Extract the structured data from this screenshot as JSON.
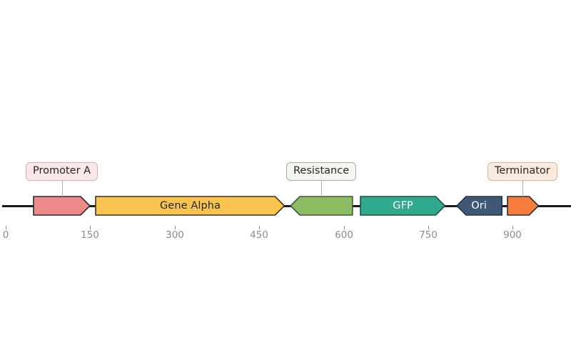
{
  "chart_data": {
    "type": "bar",
    "title": "",
    "xlabel": "",
    "ylabel": "",
    "subtitle": "",
    "grid": false,
    "legend": "none",
    "axis": {
      "xlim": [
        0,
        1000
      ],
      "ticks": [
        0,
        150,
        300,
        450,
        600,
        750,
        900
      ],
      "tick_labels": [
        "0",
        "150",
        "300",
        "450",
        "600",
        "750",
        "900"
      ],
      "tick_color": "#8c8c8c"
    },
    "backbone": {
      "start": 0,
      "end": 1000,
      "color": "#1a1a1a"
    },
    "categories": [
      "Promoter A",
      "Gene Alpha",
      "Resistance",
      "GFP",
      "Ori",
      "Terminator"
    ],
    "values": [
      100,
      335,
      110,
      150,
      80,
      55
    ],
    "features": [
      {
        "name": "Promoter A",
        "label": "",
        "start": 50,
        "end": 150,
        "strand": "forward",
        "shape": "arrow",
        "fill": "#ef8a8a",
        "stroke": "#2b2b2b",
        "text_color": "#262626",
        "callout": "Promoter A",
        "callout_fill": "#fbe8e8",
        "callout_stroke": "#e0a8a8"
      },
      {
        "name": "Gene Alpha",
        "label": "Gene Alpha",
        "start": 160,
        "end": 495,
        "strand": "forward",
        "shape": "arrow",
        "fill": "#f8c44f",
        "stroke": "#3d3122",
        "text_color": "#262626",
        "callout": "",
        "callout_fill": "",
        "callout_stroke": ""
      },
      {
        "name": "Resistance",
        "label": "",
        "start": 505,
        "end": 615,
        "strand": "reverse",
        "shape": "arrow",
        "fill": "#8cbd63",
        "stroke": "#44563a",
        "text_color": "#262626",
        "callout": "Resistance",
        "callout_fill": "#f3f7f0",
        "callout_stroke": "#9fb297"
      },
      {
        "name": "GFP",
        "label": "GFP",
        "start": 630,
        "end": 780,
        "strand": "forward",
        "shape": "arrow",
        "fill": "#31a98c",
        "stroke": "#1f4f45",
        "text_color": "#ffffff",
        "callout": "",
        "callout_fill": "",
        "callout_stroke": ""
      },
      {
        "name": "Ori",
        "label": "Ori",
        "start": 800,
        "end": 880,
        "strand": "reverse",
        "shape": "arrow",
        "fill": "#3f5876",
        "stroke": "#22313f",
        "text_color": "#ffffff",
        "callout": "",
        "callout_fill": "",
        "callout_stroke": ""
      },
      {
        "name": "Terminator",
        "label": "",
        "start": 890,
        "end": 945,
        "strand": "forward",
        "shape": "arrow",
        "fill": "#f57b3f",
        "stroke": "#2b2b2b",
        "text_color": "#262626",
        "callout": "Terminator",
        "callout_fill": "#fbeae0",
        "callout_stroke": "#e4b193"
      }
    ]
  }
}
